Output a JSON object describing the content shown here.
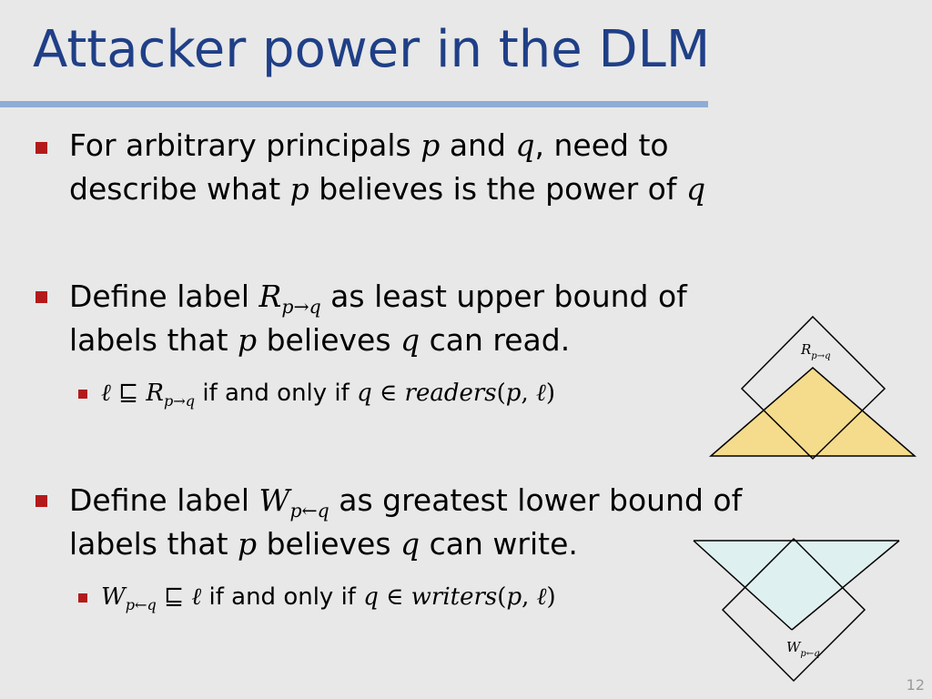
{
  "title": "Attacker power in the DLM",
  "bullets": [
    {
      "line1_a": "For arbitrary principals ",
      "line1_p": "p",
      "line1_b": " and ",
      "line1_q": "q",
      "line1_c": ", need to",
      "line2_a": "describe what ",
      "line2_p": "p",
      "line2_b": " believes is the power of ",
      "line2_q": "q"
    },
    {
      "line1_a": "Define label ",
      "line1_R": "R",
      "line1_sub": "p→q",
      "line1_b": " as least upper bound of",
      "line2_a": "labels that ",
      "line2_p": "p",
      "line2_b": " believes ",
      "line2_q": "q",
      "line2_c": " can read.",
      "sub_l": "ℓ",
      "sub_op": " ⊑ ",
      "sub_R": "R",
      "sub_Rsub": "p→q",
      "sub_text": " if and only if ",
      "sub_q": "q",
      "sub_in": " ∈ ",
      "sub_fn": "readers",
      "sub_args_open": "(",
      "sub_arg_p": "p",
      "sub_comma": ", ",
      "sub_arg_l": "ℓ",
      "sub_args_close": ")"
    },
    {
      "line1_a": "Define label ",
      "line1_W": "W",
      "line1_sub": "p←q",
      "line1_b": " as greatest lower bound of",
      "line2_a": "labels that ",
      "line2_p": "p",
      "line2_b": " believes ",
      "line2_q": "q",
      "line2_c": " can write.",
      "sub_W": "W",
      "sub_Wsub": "p←q",
      "sub_op": " ⊑ ",
      "sub_l": "ℓ",
      "sub_text": " if and only if ",
      "sub_q": "q",
      "sub_in": " ∈ ",
      "sub_fn": "writers",
      "sub_args_open": "(",
      "sub_arg_p": "p",
      "sub_comma": ", ",
      "sub_arg_l": "ℓ",
      "sub_args_close": ")"
    }
  ],
  "diagram_read": {
    "label": "R",
    "label_sub": "p→q",
    "fill": "#f5dc8c"
  },
  "diagram_write": {
    "label": "W",
    "label_sub": "p←q",
    "fill": "#dff0f0"
  },
  "slide_number": "12",
  "colors": {
    "title": "#1f3f87",
    "rule": "#8eacd4",
    "bullet": "#b31b1b",
    "background": "#e8e8e8"
  }
}
